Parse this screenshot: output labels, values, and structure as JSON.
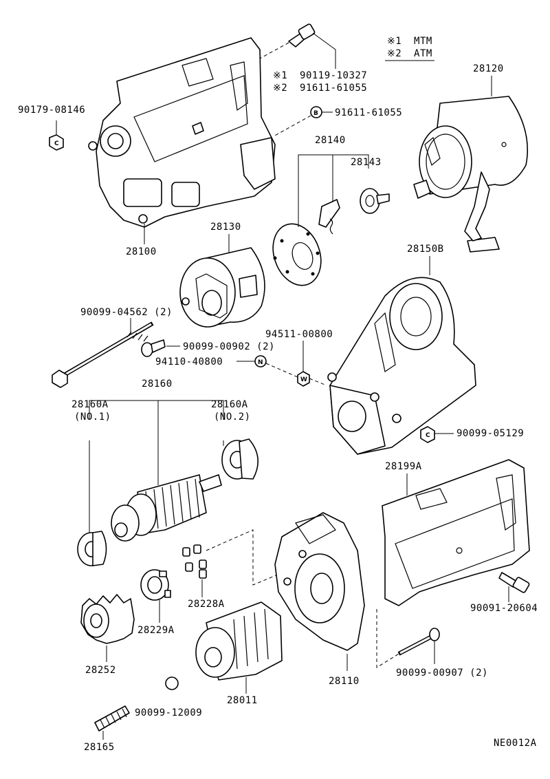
{
  "legend": {
    "mtm": "※1  MTM",
    "atm": "※2  ATM"
  },
  "marks": {
    "b": "B",
    "c": "C",
    "n": "N",
    "w": "W"
  },
  "labels": {
    "bolt_mtm": "※1  90119-10327",
    "bolt_atm": "※2  91611-61055",
    "bolt_b": "91611-61055",
    "nut_c_left": "90179-08146",
    "starter_assy": "28100",
    "yoke": "28120",
    "brush_holder": "28140",
    "brush_spring": "28143",
    "field": "28130",
    "housing": "28150B",
    "through_bolt": "90099-04562 (2)",
    "screw": "90099-00902 (2)",
    "nut_w": "94511-00800",
    "washer_n": "94110-40800",
    "armature": "28160",
    "bearing_1": "28160A",
    "bearing_1_sub": "(NO.1)",
    "bearing_2": "28160A",
    "bearing_2_sub": "(NO.2)",
    "nut_c_right": "90099-05129",
    "cover": "28199A",
    "cover_bolt": "90091-20604",
    "rollers": "28228A",
    "retainer": "28229A",
    "gear": "28252",
    "clutch": "28011",
    "ball": "90099-12009",
    "spring": "28165",
    "drive_housing": "28110",
    "long_bolt": "90099-00907 (2)",
    "diagram_code": "NE0012A"
  }
}
